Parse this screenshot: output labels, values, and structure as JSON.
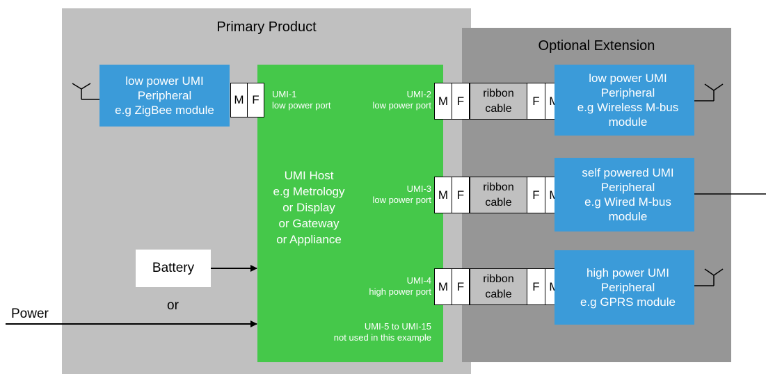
{
  "primary_title": "Primary Product",
  "extension_title": "Optional Extension",
  "host_label": "UMI Host\ne.g Metrology\nor Display\nor Gateway\nor Appliance",
  "left_peripheral": "low power UMI\nPeripheral\ne.g ZigBee module",
  "peripherals": [
    {
      "label": "low power UMI\nPeripheral\ne.g Wireless M-bus\nmodule",
      "antenna": true
    },
    {
      "label": "self powered UMI\nPeripheral\ne.g Wired M-bus\nmodule",
      "antenna": false
    },
    {
      "label": "high power UMI\nPeripheral\ne.g GPRS module",
      "antenna": true
    }
  ],
  "ports": {
    "umi1": "UMI-1\nlow power port",
    "umi2": "UMI-2\nlow power port",
    "umi3": "UMI-3\nlow power port",
    "umi4": "UMI-4\nhigh power port",
    "umi5_15": "UMI-5 to UMI-15\nnot used in this example"
  },
  "connector": {
    "male": "M",
    "female": "F"
  },
  "ribbon_label": "ribbon\ncable",
  "battery_label": "Battery",
  "or_label": "or",
  "power_label": "Power",
  "colors": {
    "primary_bg": "#c0c0c0",
    "extension_bg": "#969696",
    "host_green": "#45c84a",
    "peripheral_blue": "#3b9bd9"
  }
}
